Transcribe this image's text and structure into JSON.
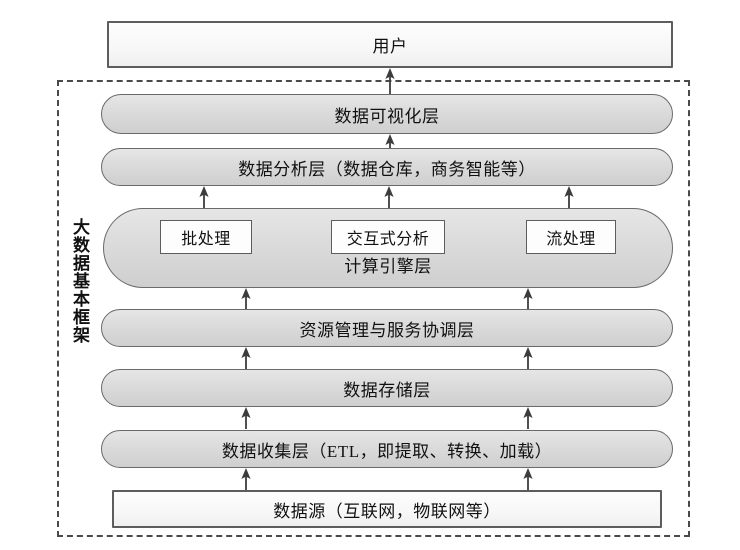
{
  "diagram": {
    "title": "大数据基本框架",
    "framework_label": "大数据基本框架",
    "colors": {
      "pill_fill": "#dcdcdc",
      "pill_stroke": "#6a6a6a",
      "rect_fill": "#fdfdfd",
      "rect_stroke": "#5d5d5d",
      "dashed_stroke": "#4a4a4a",
      "arrow": "#3c3c3c",
      "text": "#111111"
    },
    "nodes": {
      "user": "用户",
      "visualization": "数据可视化层",
      "analysis": "数据分析层（数据仓库，商务智能等）",
      "engine": "计算引擎层",
      "engine_batch": "批处理",
      "engine_interactive": "交互式分析",
      "engine_stream": "流处理",
      "resource": "资源管理与服务协调层",
      "storage": "数据存储层",
      "collection": "数据收集层（ETL，即提取、转换、加载）",
      "source": "数据源（互联网，物联网等）"
    }
  }
}
